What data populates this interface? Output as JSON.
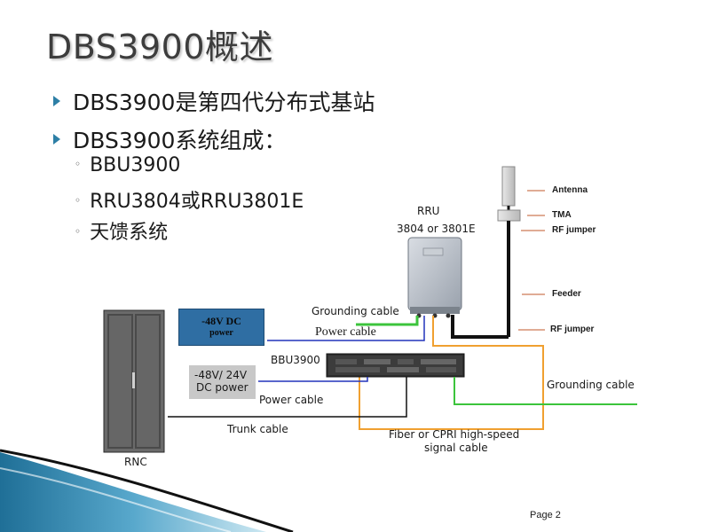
{
  "title": "DBS3900概述",
  "bullets": [
    "DBS3900是第四代分布式基站",
    "DBS3900系统组成："
  ],
  "sub_bullets": [
    "BBU3900",
    "RRU3804或RRU3801E",
    "天馈系统"
  ],
  "bullet_marker": "◦",
  "diagram": {
    "rru_label": "RRU",
    "rru_model": "3804 or 3801E",
    "antenna_labels": {
      "antenna": "Antenna",
      "tma": "TMA",
      "rf_jumper_top": "RF jumper",
      "feeder": "Feeder",
      "rf_jumper_bottom": "RF jumper"
    },
    "grounding_cable_rru": "Grounding  cable",
    "power_cable_rru": "Power cable",
    "dc48_line1": "-48V DC",
    "dc48_line2": "power",
    "bbu_label": "BBU3900",
    "dc24_line1": "-48V/ 24V",
    "dc24_line2": "DC power",
    "power_cable_bbu": "Power  cable",
    "grounding_cable_bbu": "Grounding  cable",
    "trunk_cable": "Trunk   cable",
    "fiber_line1": "Fiber or CPRI high-speed",
    "fiber_line2": "signal cable",
    "rnc_label": "RNC"
  },
  "colors": {
    "accent_bar": "#2d7fa6",
    "grounding": "#3cc43c",
    "power": "#2233bb",
    "fiber": "#f0a030",
    "trunk": "#111111",
    "dc48_box": "#2f6ea3",
    "dc24_box": "#c8c8c8"
  },
  "footer": {
    "page": "Page 2"
  }
}
